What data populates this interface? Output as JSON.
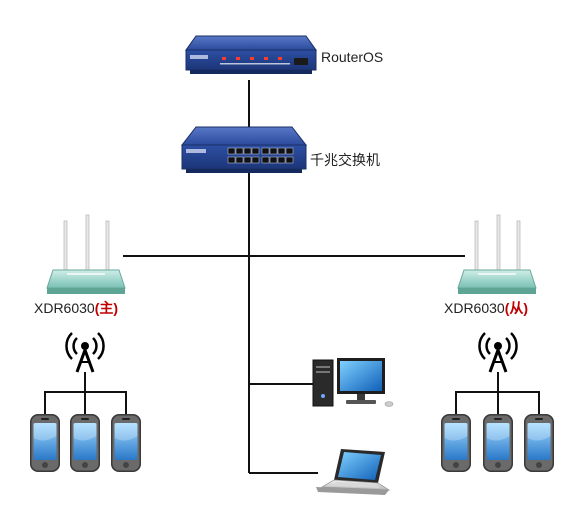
{
  "nodes": {
    "router": {
      "label": "RouterOS",
      "icon": "router-icon"
    },
    "switch": {
      "label": "千兆交换机",
      "icon": "network-switch-icon"
    },
    "ap_master": {
      "model": "XDR6030",
      "role": "(主)",
      "icon": "wireless-router-icon"
    },
    "ap_slave": {
      "model": "XDR6030",
      "role": "(从)",
      "icon": "wireless-router-icon"
    },
    "desktop": {
      "icon": "desktop-computer-icon"
    },
    "laptop": {
      "icon": "laptop-icon"
    },
    "phones_left_count": 3,
    "phones_right_count": 3
  },
  "colors": {
    "device_blue": "#2b4a9b",
    "role_red": "#c00000",
    "line": "#111111",
    "router_teal": "#7fc4b8"
  }
}
